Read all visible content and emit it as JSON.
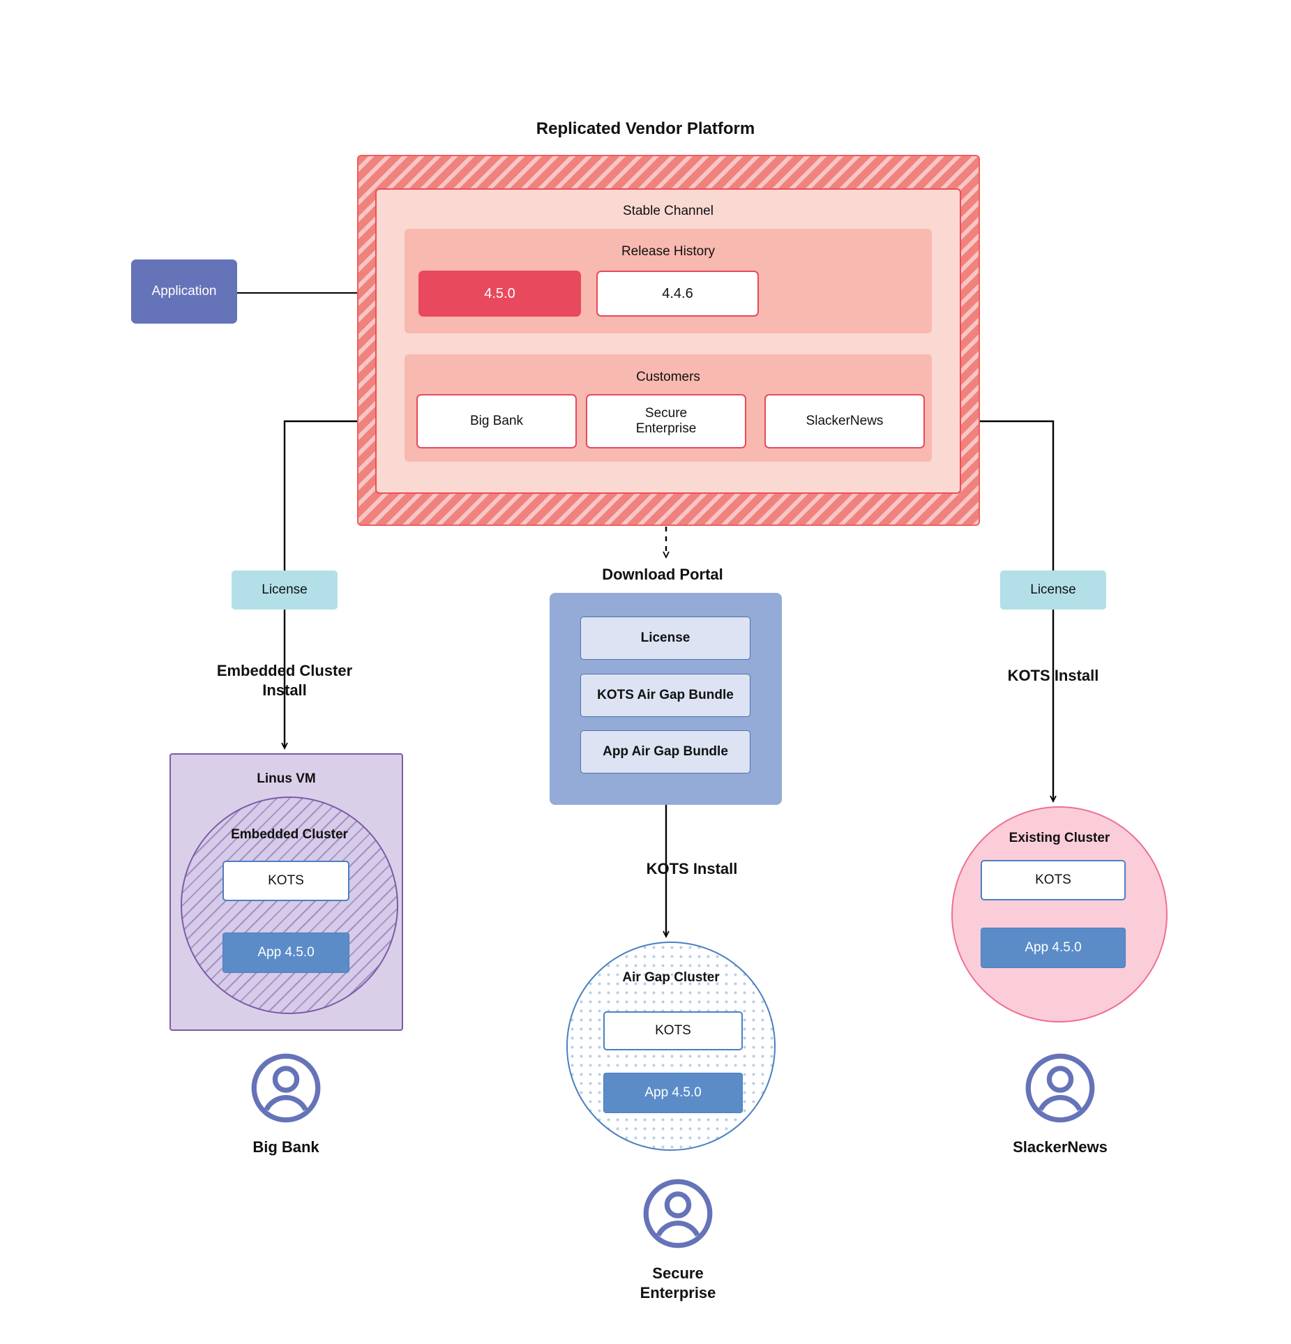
{
  "diagram": {
    "title": "Replicated Vendor Platform",
    "platform": {
      "label": "Replicated Vendor Platform",
      "channel": {
        "label": "Stable Channel",
        "release_history": {
          "label": "Release History",
          "releases": [
            {
              "version": "4.5.0",
              "state": "current"
            },
            {
              "version": "4.4.6",
              "state": "previous"
            }
          ]
        },
        "customers": {
          "label": "Customers",
          "items": [
            {
              "name": "Big Bank"
            },
            {
              "name": "Secure\nEnterprise"
            },
            {
              "name": "SlackerNews"
            }
          ]
        }
      }
    },
    "application": {
      "label": "Application"
    },
    "licenses": {
      "left": "License",
      "right": "License"
    },
    "install_labels": {
      "left": "Embedded Cluster\nInstall",
      "center": "KOTS Install",
      "right": "KOTS Install"
    },
    "download_portal": {
      "title": "Download  Portal",
      "items": [
        {
          "label": "License"
        },
        {
          "label": "KOTS Air Gap Bundle"
        },
        {
          "label": "App Air Gap Bundle"
        }
      ]
    },
    "left_target": {
      "host_label": "Linus VM",
      "cluster_label": "Embedded Cluster",
      "kots_label": "KOTS",
      "app_label": "App 4.5.0"
    },
    "center_target": {
      "cluster_label": "Air Gap Cluster",
      "kots_label": "KOTS",
      "app_label": "App 4.5.0"
    },
    "right_target": {
      "cluster_label": "Existing Cluster",
      "kots_label": "KOTS",
      "app_label": "App 4.5.0"
    },
    "actors": [
      {
        "name": "Big Bank",
        "icon": "user-avatar-icon"
      },
      {
        "name": "Secure\nEnterprise",
        "icon": "user-avatar-icon"
      },
      {
        "name": "SlackerNews",
        "icon": "user-avatar-icon"
      }
    ],
    "colors": {
      "platform_hatch": "#f0827e",
      "platform_border": "#ef5d59",
      "channel_fill": "#fbd9d3",
      "channel_border": "#ef4d54",
      "section_fill": "#f8b9b0",
      "release_current": "#e8495c",
      "application_fill": "#6573b8",
      "license_fill": "#b3e0e8",
      "portal_fill": "#93abd6",
      "portal_item_fill": "#dde3f3",
      "vm_fill": "#d9cfe9",
      "vm_border": "#7d5ba6",
      "airgap_border": "#4a7fc1",
      "existing_fill": "#fbcdd9",
      "existing_border": "#ef6f95",
      "app_fill": "#5b8cc8",
      "avatar_color": "#6573b8"
    }
  }
}
